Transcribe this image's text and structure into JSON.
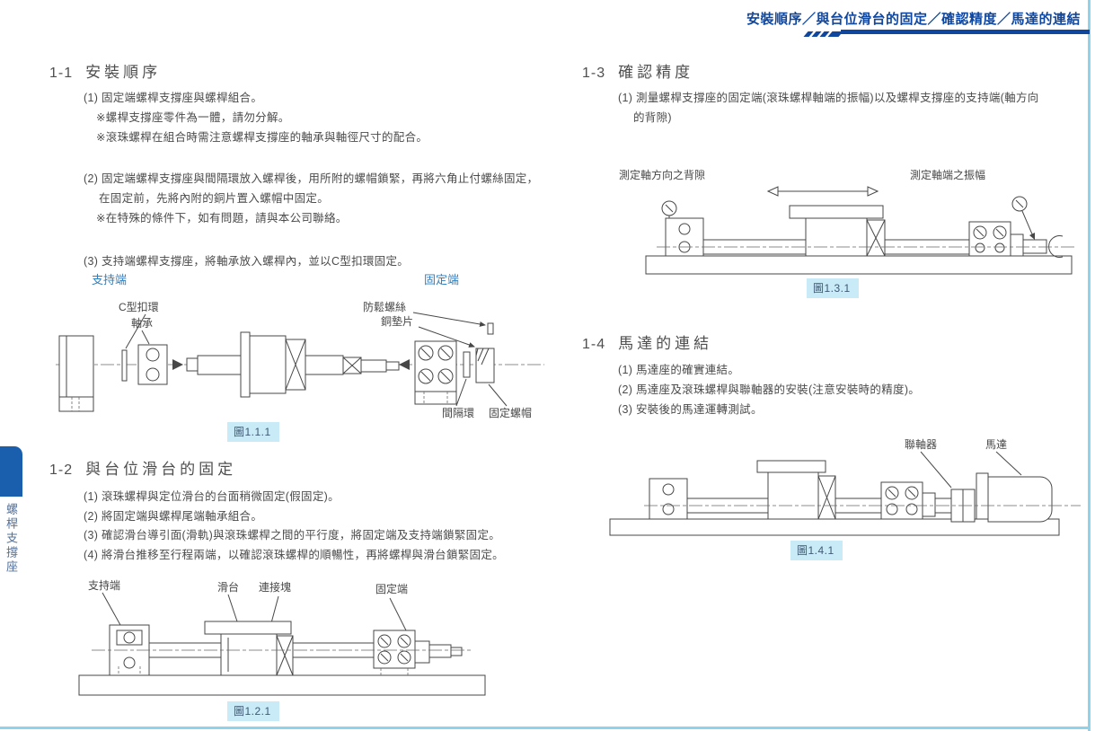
{
  "header": {
    "title": "安裝順序／與台位滑台的固定／確認精度／馬達的連結"
  },
  "side_tab": {
    "label": "螺桿支撐座"
  },
  "sections": {
    "s11": {
      "num": "1-1",
      "title": "安裝順序",
      "lines": [
        "(1) 固定端螺桿支撐座與螺桿組合。",
        "※螺桿支撐座零件為一體，請勿分解。",
        "※滾珠螺桿在組合時需注意螺桿支撐座的軸承與軸徑尺寸的配合。",
        "(2) 固定端螺桿支撐座與間隔環放入螺桿後，用所附的螺帽鎖緊，再將六角止付螺絲固定，",
        "在固定前，先將內附的銅片置入螺帽中固定。",
        "※在特殊的條件下，如有問題，請與本公司聯絡。",
        "(3) 支持端螺桿支撐座，將軸承放入螺桿內，並以C型扣環固定。"
      ]
    },
    "s12": {
      "num": "1-2",
      "title": "與台位滑台的固定",
      "lines": [
        "(1) 滾珠螺桿與定位滑台的台面稍微固定(假固定)。",
        "(2) 將固定端與螺桿尾端軸承組合。",
        "(3) 確認滑台導引面(滑軌)與滾珠螺桿之間的平行度，將固定端及支持端鎖緊固定。",
        "(4) 將滑台推移至行程兩端，以確認滾珠螺桿的順暢性，再將螺桿與滑台鎖緊固定。"
      ]
    },
    "s13": {
      "num": "1-3",
      "title": "確認精度",
      "lines": [
        "(1) 測量螺桿支撐座的固定端(滾珠螺桿軸端的振幅)以及螺桿支撐座的支持端(軸方向",
        "的背隙)"
      ]
    },
    "s14": {
      "num": "1-4",
      "title": "馬達的連結",
      "lines": [
        "(1) 馬達座的確實連結。",
        "(2) 馬達座及滾珠螺桿與聯軸器的安裝(注意安裝時的精度)。",
        "(3) 安裝後的馬達運轉測試。"
      ]
    }
  },
  "figures": {
    "f111": {
      "caption": "圖1.1.1",
      "end_left": "支持端",
      "end_right": "固定端",
      "labels": {
        "c_ring": "C型扣環",
        "bearing": "軸承",
        "set_screw": "防鬆螺絲",
        "copper_pad": "銅墊片",
        "spacer": "間隔環",
        "lock_nut": "固定螺帽"
      }
    },
    "f121": {
      "caption": "圖1.2.1",
      "labels": {
        "support_end": "支持端",
        "slide": "滑台",
        "block": "連接塊",
        "fixed_end": "固定端"
      }
    },
    "f131": {
      "caption": "圖1.3.1",
      "labels": {
        "axial_backlash": "測定軸方向之背隙",
        "runout": "測定軸端之振幅"
      }
    },
    "f141": {
      "caption": "圖1.4.1",
      "labels": {
        "coupling": "聯軸器",
        "motor": "馬達"
      }
    }
  },
  "colors": {
    "header_blue": "#10479e",
    "diagram_label_blue": "#2e7fc2",
    "caption_bg": "#c9eaf7",
    "accent_light_blue": "#8ed3ea",
    "tab_blue": "#1a5fae"
  }
}
